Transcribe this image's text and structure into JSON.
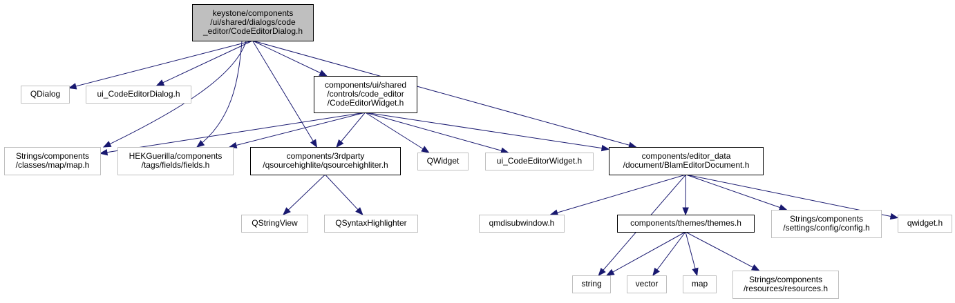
{
  "colors": {
    "edge": "#191970",
    "root_fill": "#bfbfbf",
    "root_border": "#000000",
    "documented_border": "#000000",
    "external_border": "#bfbfbf",
    "node_fill": "#ffffff",
    "text": "#000000"
  },
  "nodes": [
    {
      "id": "codeeditordialog",
      "kind": "root",
      "lines": [
        "keystone/components",
        "/ui/shared/dialogs/code",
        "_editor/CodeEditorDialog.h"
      ]
    },
    {
      "id": "qdialog",
      "kind": "external",
      "lines": [
        "QDialog"
      ]
    },
    {
      "id": "ui-codeeditordialog",
      "kind": "external",
      "lines": [
        "ui_CodeEditorDialog.h"
      ]
    },
    {
      "id": "codeeditorwidget",
      "kind": "documented",
      "lines": [
        "components/ui/shared",
        "/controls/code_editor",
        "/CodeEditorWidget.h"
      ]
    },
    {
      "id": "map-h",
      "kind": "external",
      "lines": [
        "Strings/components",
        "/classes/map/map.h"
      ]
    },
    {
      "id": "fields-h",
      "kind": "external",
      "lines": [
        "HEKGuerilla/components",
        "/tags/fields/fields.h"
      ]
    },
    {
      "id": "qsourcehighliter",
      "kind": "documented",
      "lines": [
        "components/3rdparty",
        "/qsourcehighlite/qsourcehighliter.h"
      ]
    },
    {
      "id": "qwidget-q",
      "kind": "external",
      "lines": [
        "QWidget"
      ]
    },
    {
      "id": "ui-codeeditorwidget",
      "kind": "external",
      "lines": [
        "ui_CodeEditorWidget.h"
      ]
    },
    {
      "id": "blameditordocument",
      "kind": "documented",
      "lines": [
        "components/editor_data",
        "/document/BlamEditorDocument.h"
      ]
    },
    {
      "id": "qstringview",
      "kind": "external",
      "lines": [
        "QStringView"
      ]
    },
    {
      "id": "qsyntaxhighlighter",
      "kind": "external",
      "lines": [
        "QSyntaxHighlighter"
      ]
    },
    {
      "id": "qmdisubwindow",
      "kind": "external",
      "lines": [
        "qmdisubwindow.h"
      ]
    },
    {
      "id": "themes-h",
      "kind": "documented",
      "lines": [
        "components/themes/themes.h"
      ]
    },
    {
      "id": "config-h",
      "kind": "external",
      "lines": [
        "Strings/components",
        "/settings/config/config.h"
      ]
    },
    {
      "id": "qwidget-lower",
      "kind": "external",
      "lines": [
        "qwidget.h"
      ]
    },
    {
      "id": "string",
      "kind": "external",
      "lines": [
        "string"
      ]
    },
    {
      "id": "vector",
      "kind": "external",
      "lines": [
        "vector"
      ]
    },
    {
      "id": "map",
      "kind": "external",
      "lines": [
        "map"
      ]
    },
    {
      "id": "resources-h",
      "kind": "external",
      "lines": [
        "Strings/components",
        "/resources/resources.h"
      ]
    }
  ],
  "edges": [
    {
      "from": "codeeditordialog",
      "to": "qdialog"
    },
    {
      "from": "codeeditordialog",
      "to": "ui-codeeditordialog"
    },
    {
      "from": "codeeditordialog",
      "to": "codeeditorwidget"
    },
    {
      "from": "codeeditordialog",
      "to": "map-h"
    },
    {
      "from": "codeeditordialog",
      "to": "fields-h"
    },
    {
      "from": "codeeditordialog",
      "to": "qsourcehighliter"
    },
    {
      "from": "codeeditordialog",
      "to": "blameditordocument"
    },
    {
      "from": "codeeditorwidget",
      "to": "map-h"
    },
    {
      "from": "codeeditorwidget",
      "to": "fields-h"
    },
    {
      "from": "codeeditorwidget",
      "to": "qsourcehighliter"
    },
    {
      "from": "codeeditorwidget",
      "to": "qwidget-q"
    },
    {
      "from": "codeeditorwidget",
      "to": "ui-codeeditorwidget"
    },
    {
      "from": "codeeditorwidget",
      "to": "blameditordocument"
    },
    {
      "from": "qsourcehighliter",
      "to": "qstringview"
    },
    {
      "from": "qsourcehighliter",
      "to": "qsyntaxhighlighter"
    },
    {
      "from": "blameditordocument",
      "to": "qmdisubwindow"
    },
    {
      "from": "blameditordocument",
      "to": "string"
    },
    {
      "from": "blameditordocument",
      "to": "themes-h"
    },
    {
      "from": "blameditordocument",
      "to": "config-h"
    },
    {
      "from": "blameditordocument",
      "to": "qwidget-lower"
    },
    {
      "from": "themes-h",
      "to": "string"
    },
    {
      "from": "themes-h",
      "to": "vector"
    },
    {
      "from": "themes-h",
      "to": "map"
    },
    {
      "from": "themes-h",
      "to": "resources-h"
    }
  ]
}
